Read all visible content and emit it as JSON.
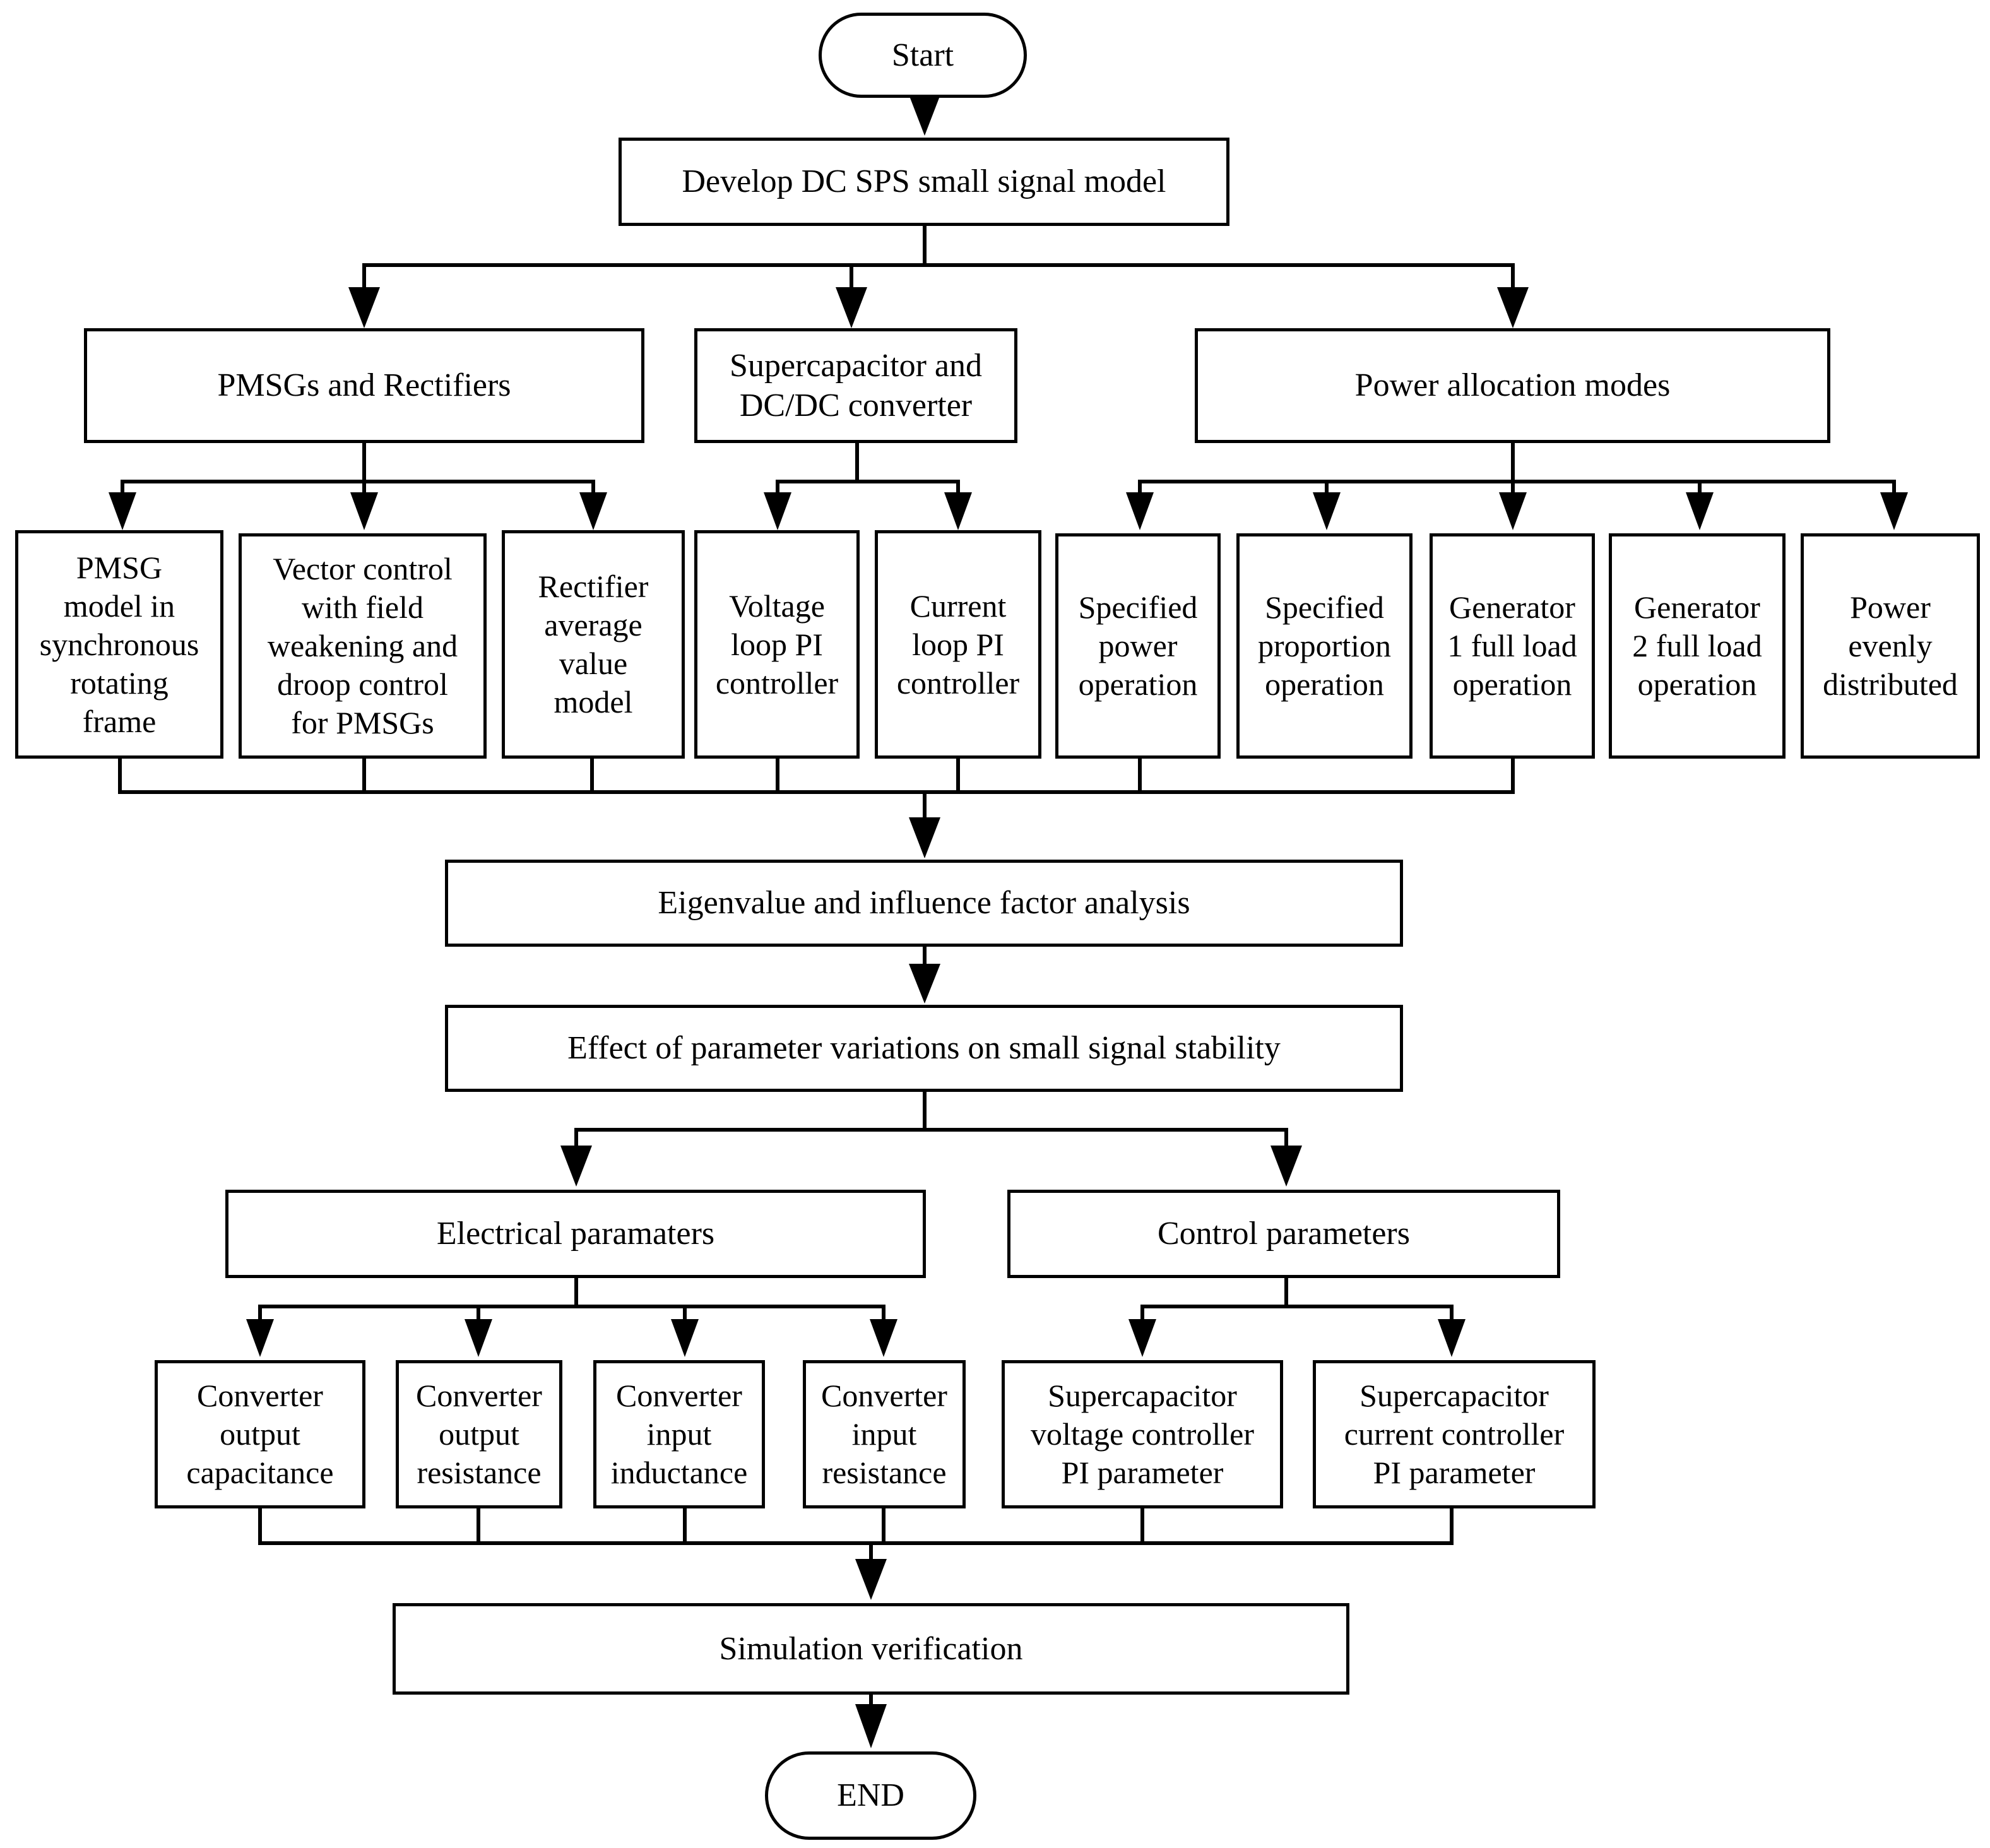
{
  "diagram": {
    "start": "Start",
    "develop": "Develop DC SPS small signal model",
    "level1": {
      "pmsgs": "PMSGs and Rectifiers",
      "supercap": "Supercapacitor and\nDC/DC converter",
      "power": "Power allocation modes"
    },
    "level2": {
      "pmsg_model": "PMSG\nmodel in\nsynchronous\nrotating\nframe",
      "vector_control": "Vector control\nwith field\nweakening and\ndroop control\nfor PMSGs",
      "rectifier": "Rectifier\naverage\nvalue\nmodel",
      "voltage_loop": "Voltage\nloop PI\ncontroller",
      "current_loop": "Current\nloop PI\ncontroller",
      "specified_power": "Specified\npower\noperation",
      "specified_proportion": "Specified\nproportion\noperation",
      "generator1": "Generator\n1 full load\noperation",
      "generator2": "Generator\n2 full load\noperation",
      "evenly": "Power\nevenly\ndistributed"
    },
    "eigen": "Eigenvalue and influence factor analysis",
    "effect": "Effect of parameter variations on small signal stability",
    "level3": {
      "electrical": "Electrical paramaters",
      "control": "Control parameters"
    },
    "level4": {
      "out_cap": "Converter\noutput\ncapacitance",
      "out_res": "Converter\noutput\nresistance",
      "in_ind": "Converter\ninput\ninductance",
      "in_res": "Converter\ninput\nresistance",
      "sc_voltage": "Supercapacitor\nvoltage controller\nPI parameter",
      "sc_current": "Supercapacitor\ncurrent  controller\nPI parameter"
    },
    "simulation": "Simulation verification",
    "end": "END"
  }
}
